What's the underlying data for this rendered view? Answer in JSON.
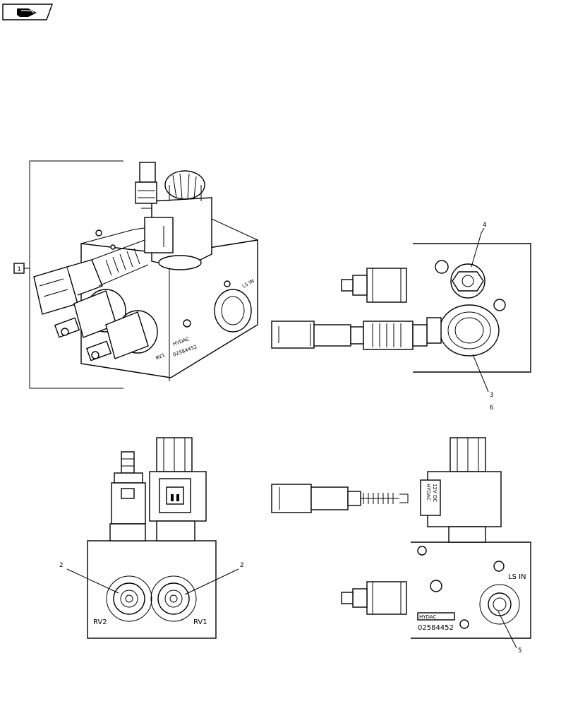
{
  "nav": {
    "icon": "hand-pointing-icon"
  },
  "callouts": {
    "assembly": "1",
    "bottom_left_left": "2",
    "bottom_left_right": "2",
    "top_right_upper": "4",
    "top_right_lower_a": "3",
    "top_right_lower_b": "6",
    "bottom_right": "5"
  },
  "port_labels": {
    "rv1_iso": "RV1",
    "ls_in_iso": "LS IN",
    "rv2_front": "RV2",
    "rv1_front": "RV1",
    "ls_in_side": "LS IN"
  },
  "markings": {
    "brand_iso": "HYDAC",
    "part_iso": "02584452",
    "brand_side": "HYDAC",
    "part_side": "02584452",
    "coil_text_a": "12V DC",
    "coil_text_b": "HYDAC"
  },
  "colors": {
    "line": "#000000",
    "background": "#ffffff"
  }
}
